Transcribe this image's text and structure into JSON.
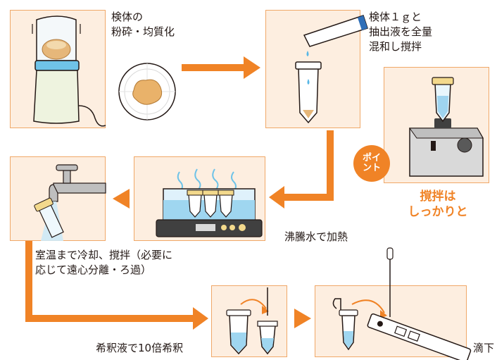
{
  "steps": {
    "step1": {
      "line1": "検体の",
      "line2": "粉砕・均質化"
    },
    "step2": {
      "line1": "検体１ｇと",
      "line2": "抽出液を全量",
      "line3": "混和し撹拌"
    },
    "step3": {
      "label": "沸騰水で加熱"
    },
    "step4": {
      "line1": "室温まで冷却、撹拌（必要に",
      "line2": "応じて遠心分離・ろ過）"
    },
    "step5": {
      "label": "希釈液で10倍希釈"
    },
    "step6": {
      "label": "滴下"
    }
  },
  "point": {
    "badge_line1": "ポイ",
    "badge_line2": "ント",
    "note_line1": "撹拌は",
    "note_line2": "しっかりと"
  },
  "colors": {
    "accent": "#f08326",
    "panel_bg": "#fdeee0",
    "panel_border": "#f0a868"
  },
  "icons": [
    "homogenizer-icon",
    "sample-plate-icon",
    "pouring-tube-icon",
    "vortex-mixer-icon",
    "water-bath-icon",
    "faucet-icon",
    "dilution-tubes-icon",
    "test-strip-icon"
  ]
}
